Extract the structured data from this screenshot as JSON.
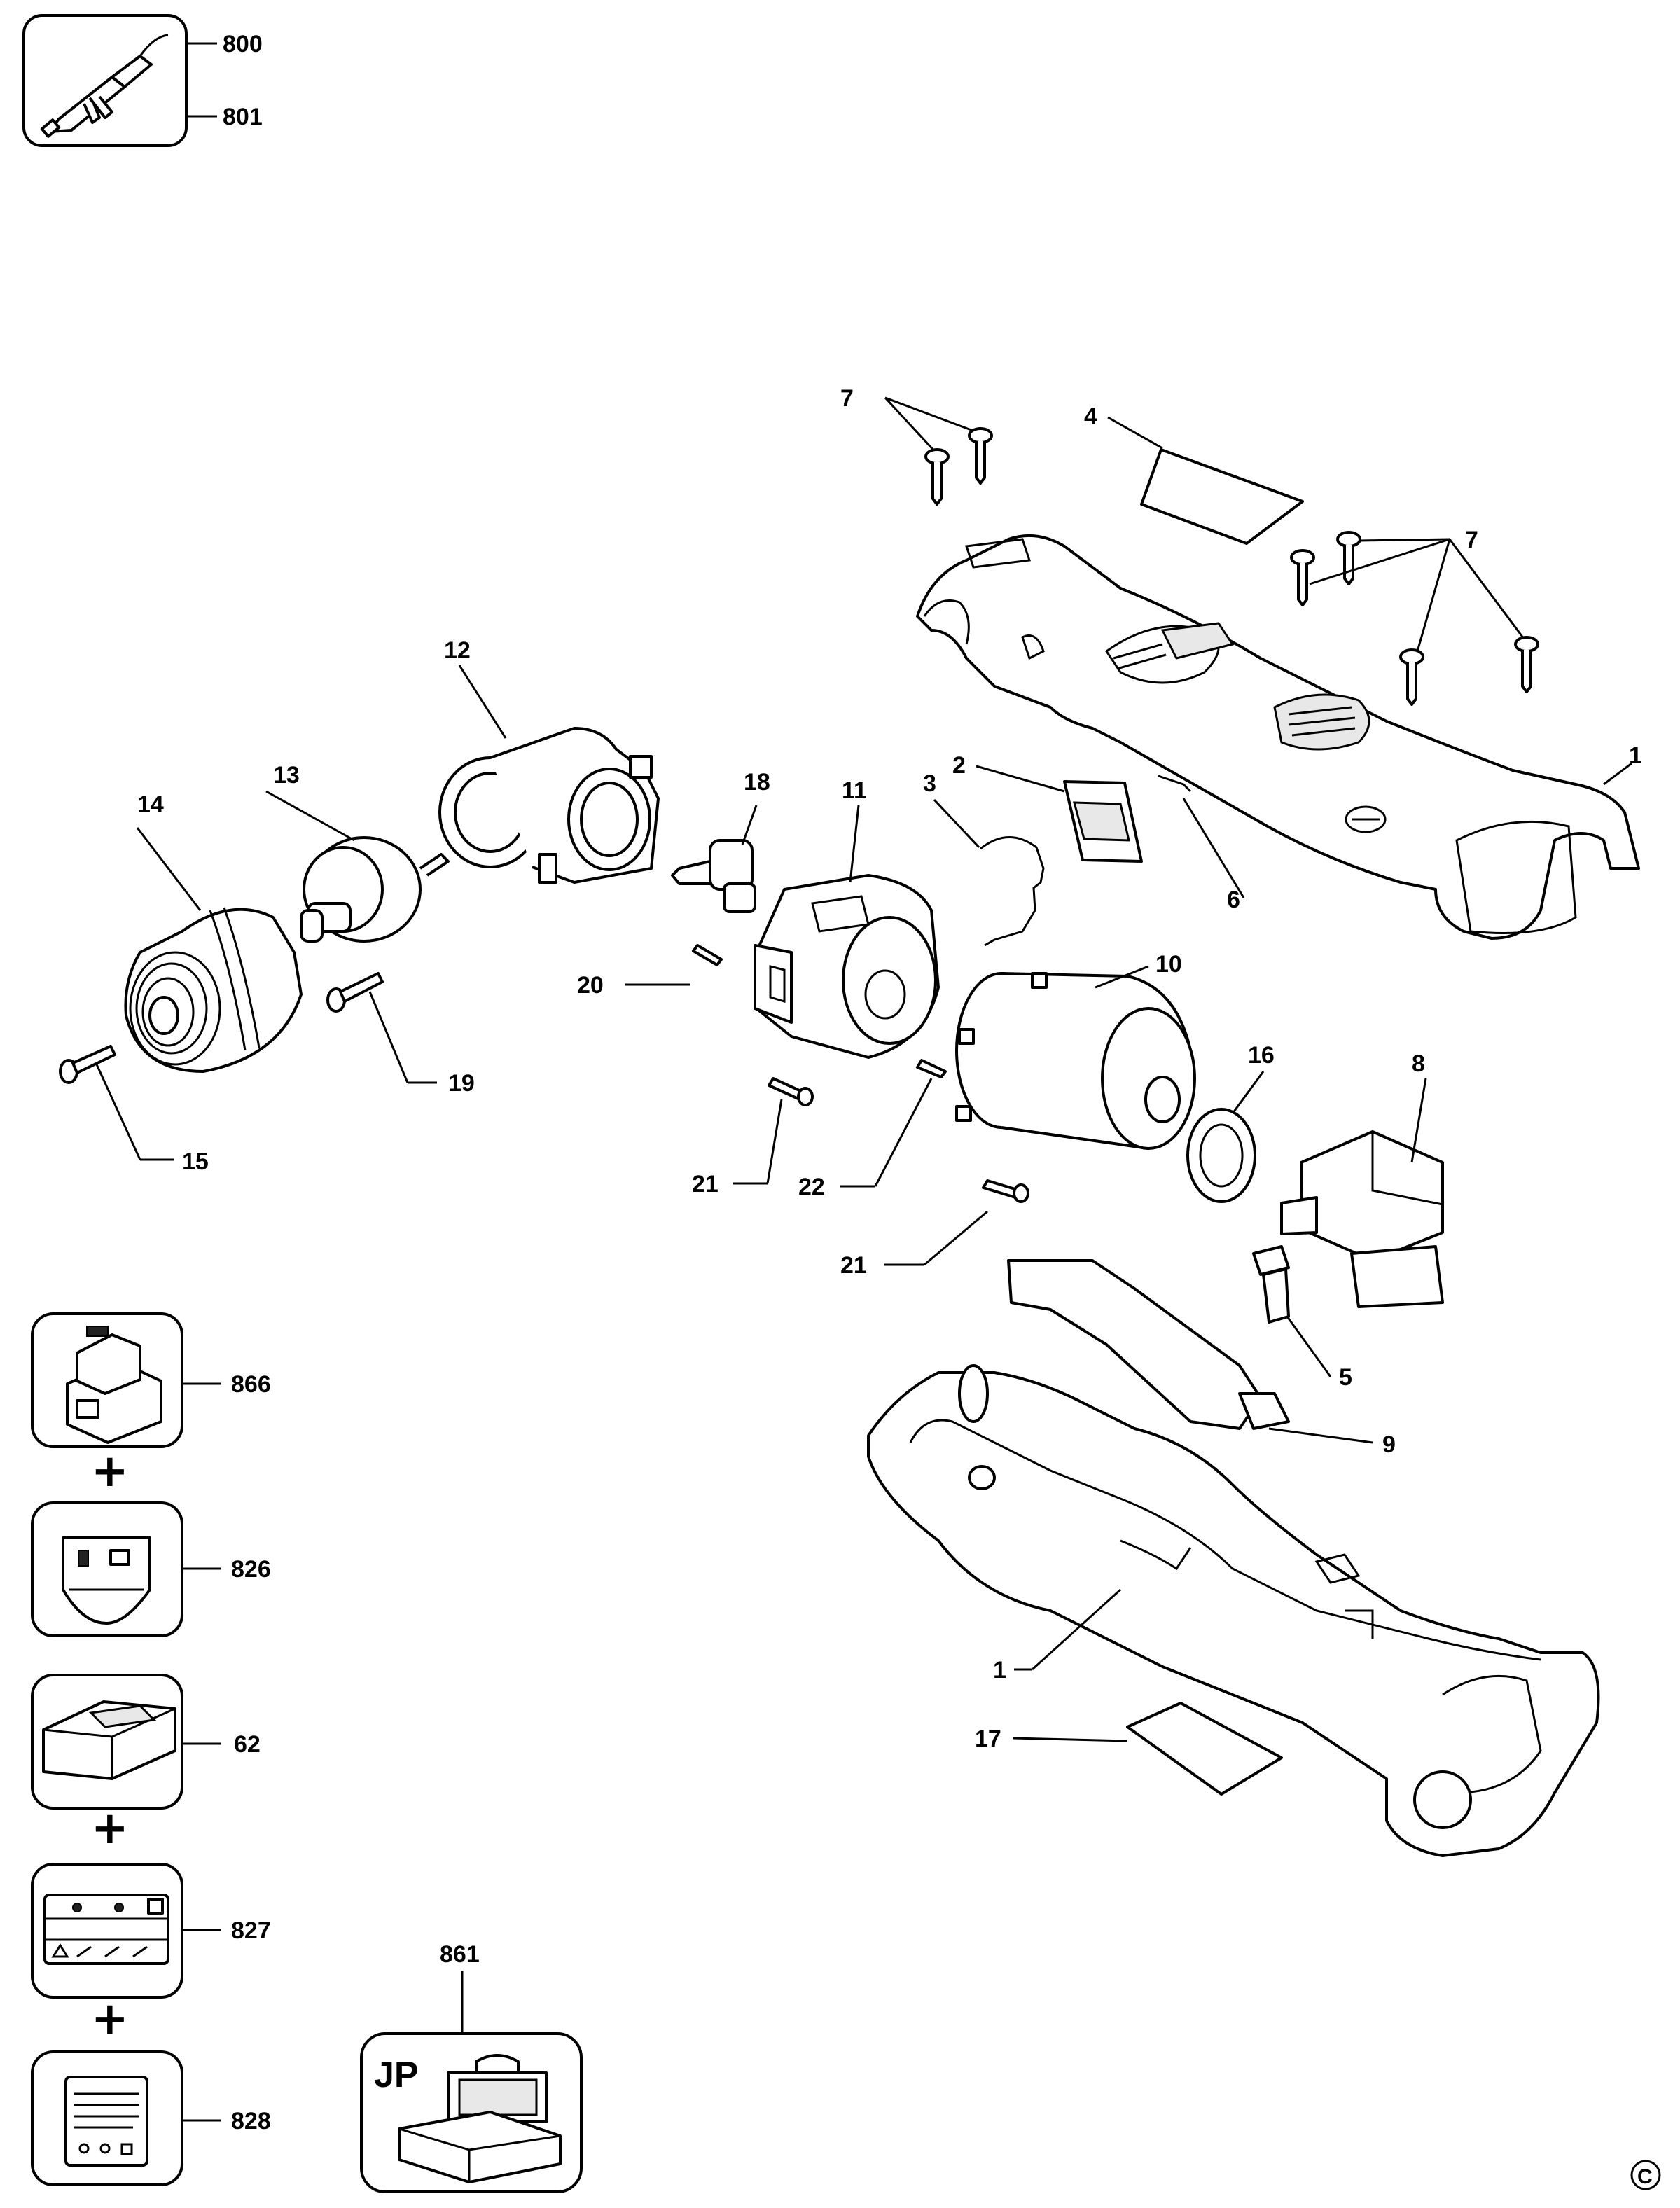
{
  "parts": [
    {
      "id": "p800",
      "label": "800"
    },
    {
      "id": "p801",
      "label": "801"
    },
    {
      "id": "p7a",
      "label": "7"
    },
    {
      "id": "p4",
      "label": "4"
    },
    {
      "id": "p7b",
      "label": "7"
    },
    {
      "id": "p12",
      "label": "12"
    },
    {
      "id": "p2",
      "label": "2"
    },
    {
      "id": "p1a",
      "label": "1"
    },
    {
      "id": "p13",
      "label": "13"
    },
    {
      "id": "p18",
      "label": "18"
    },
    {
      "id": "p11",
      "label": "11"
    },
    {
      "id": "p3",
      "label": "3"
    },
    {
      "id": "p14",
      "label": "14"
    },
    {
      "id": "p6",
      "label": "6"
    },
    {
      "id": "p10",
      "label": "10"
    },
    {
      "id": "p20",
      "label": "20"
    },
    {
      "id": "p16",
      "label": "16"
    },
    {
      "id": "p8",
      "label": "8"
    },
    {
      "id": "p19",
      "label": "19"
    },
    {
      "id": "p15",
      "label": "15"
    },
    {
      "id": "p21a",
      "label": "21"
    },
    {
      "id": "p22",
      "label": "22"
    },
    {
      "id": "p21b",
      "label": "21"
    },
    {
      "id": "p866",
      "label": "866"
    },
    {
      "id": "p5",
      "label": "5"
    },
    {
      "id": "p9",
      "label": "9"
    },
    {
      "id": "p826",
      "label": "826"
    },
    {
      "id": "p1b",
      "label": "1"
    },
    {
      "id": "p17",
      "label": "17"
    },
    {
      "id": "p62",
      "label": "62"
    },
    {
      "id": "p827",
      "label": "827"
    },
    {
      "id": "p861",
      "label": "861"
    },
    {
      "id": "p828",
      "label": "828"
    }
  ],
  "plus_sign": "+",
  "jp_label": "JP",
  "copyright_symbol": "C",
  "icons": [
    "soldering-iron-icon",
    "battery-pack-icon",
    "battery-label-icon",
    "charger-icon",
    "charger-label-icon",
    "rating-label-icon",
    "carry-case-icon"
  ]
}
